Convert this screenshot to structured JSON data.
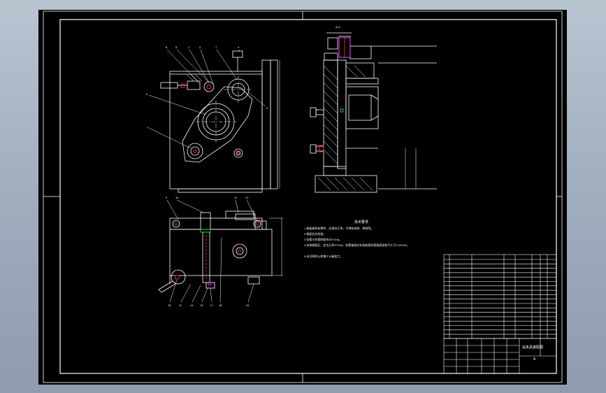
{
  "sheet": {
    "background": "#000000",
    "line_color": "#ffffff",
    "accent_red": "#ff2a2a",
    "accent_green": "#22dd22",
    "accent_magenta": "#ff33ff"
  },
  "front_view": {
    "balloons": [
      "8",
      "5",
      "1",
      "2",
      "7",
      "4",
      "3",
      "6"
    ]
  },
  "side_view": {
    "section_label": "A-A"
  },
  "top_view": {
    "balloons_top": [
      "9",
      "10",
      "11",
      "12"
    ],
    "balloons_bottom": [
      "15",
      "11",
      "14",
      "13",
      "17",
      "18",
      "16"
    ]
  },
  "notes": {
    "heading": "技术要求",
    "lines": [
      "1.装配前所有零件，应清洗干净，不得有毛刺、锈蚀等。",
      "2.装配后应检查。",
      "3.钻套与衬套的配合为H7/n6。",
      "4.夹具装配后，定位元件H7/m6，钻套轴线对夹具底面的垂直度误差不大于0.02/100。",
      "5.未注明的公差按IT12级加工。"
    ]
  },
  "title_block": {
    "drawing_title": "钻夹具装配图",
    "sheet_code": "A"
  }
}
